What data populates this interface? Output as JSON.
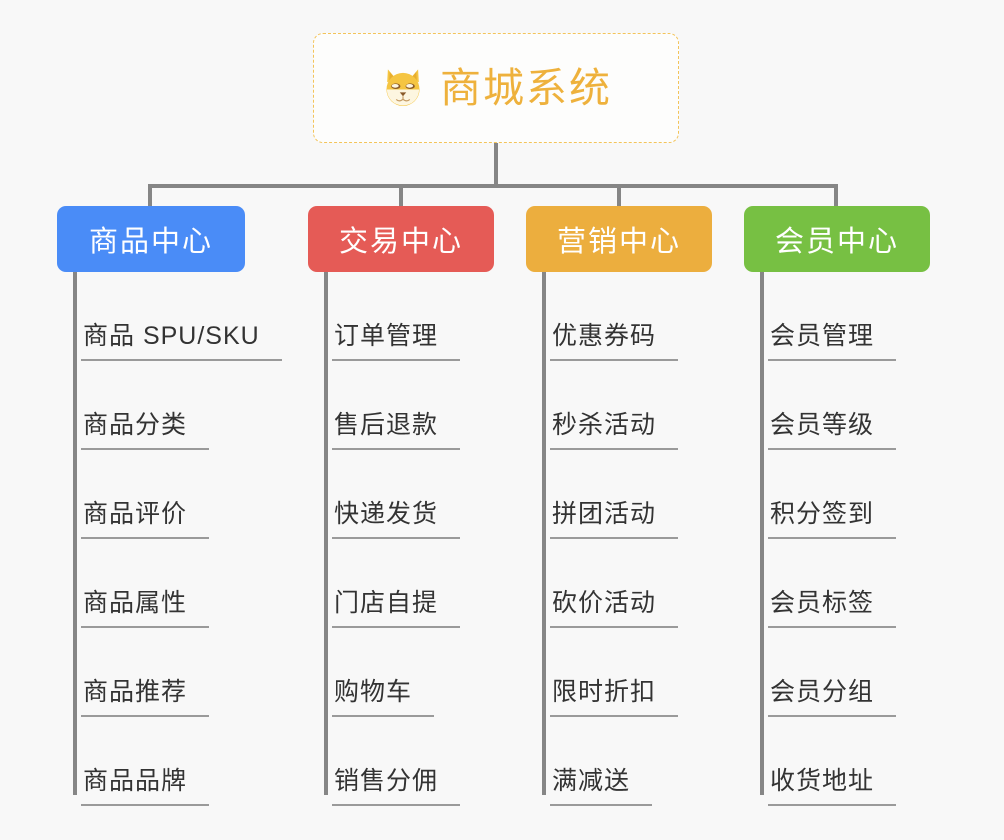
{
  "canvas": {
    "background": "#f8f8f8",
    "connector_color": "#868686"
  },
  "root": {
    "title": "商城系统",
    "icon": "dog-face-emoji",
    "border_color": "#f3c45a",
    "text_color": "#eeb13c",
    "background": "#fdfdfc"
  },
  "branches": [
    {
      "label": "商品中心",
      "color": "#4a8cf7",
      "items": [
        "商品 SPU/SKU",
        "商品分类",
        "商品评价",
        "商品属性",
        "商品推荐",
        "商品品牌"
      ]
    },
    {
      "label": "交易中心",
      "color": "#e55b56",
      "items": [
        "订单管理",
        "售后退款",
        "快递发货",
        "门店自提",
        "购物车",
        "销售分佣"
      ]
    },
    {
      "label": "营销中心",
      "color": "#ecae3e",
      "items": [
        "优惠券码",
        "秒杀活动",
        "拼团活动",
        "砍价活动",
        "限时折扣",
        "满减送"
      ]
    },
    {
      "label": "会员中心",
      "color": "#77c043",
      "items": [
        "会员管理",
        "会员等级",
        "积分签到",
        "会员标签",
        "会员分组",
        "收货地址"
      ]
    }
  ]
}
